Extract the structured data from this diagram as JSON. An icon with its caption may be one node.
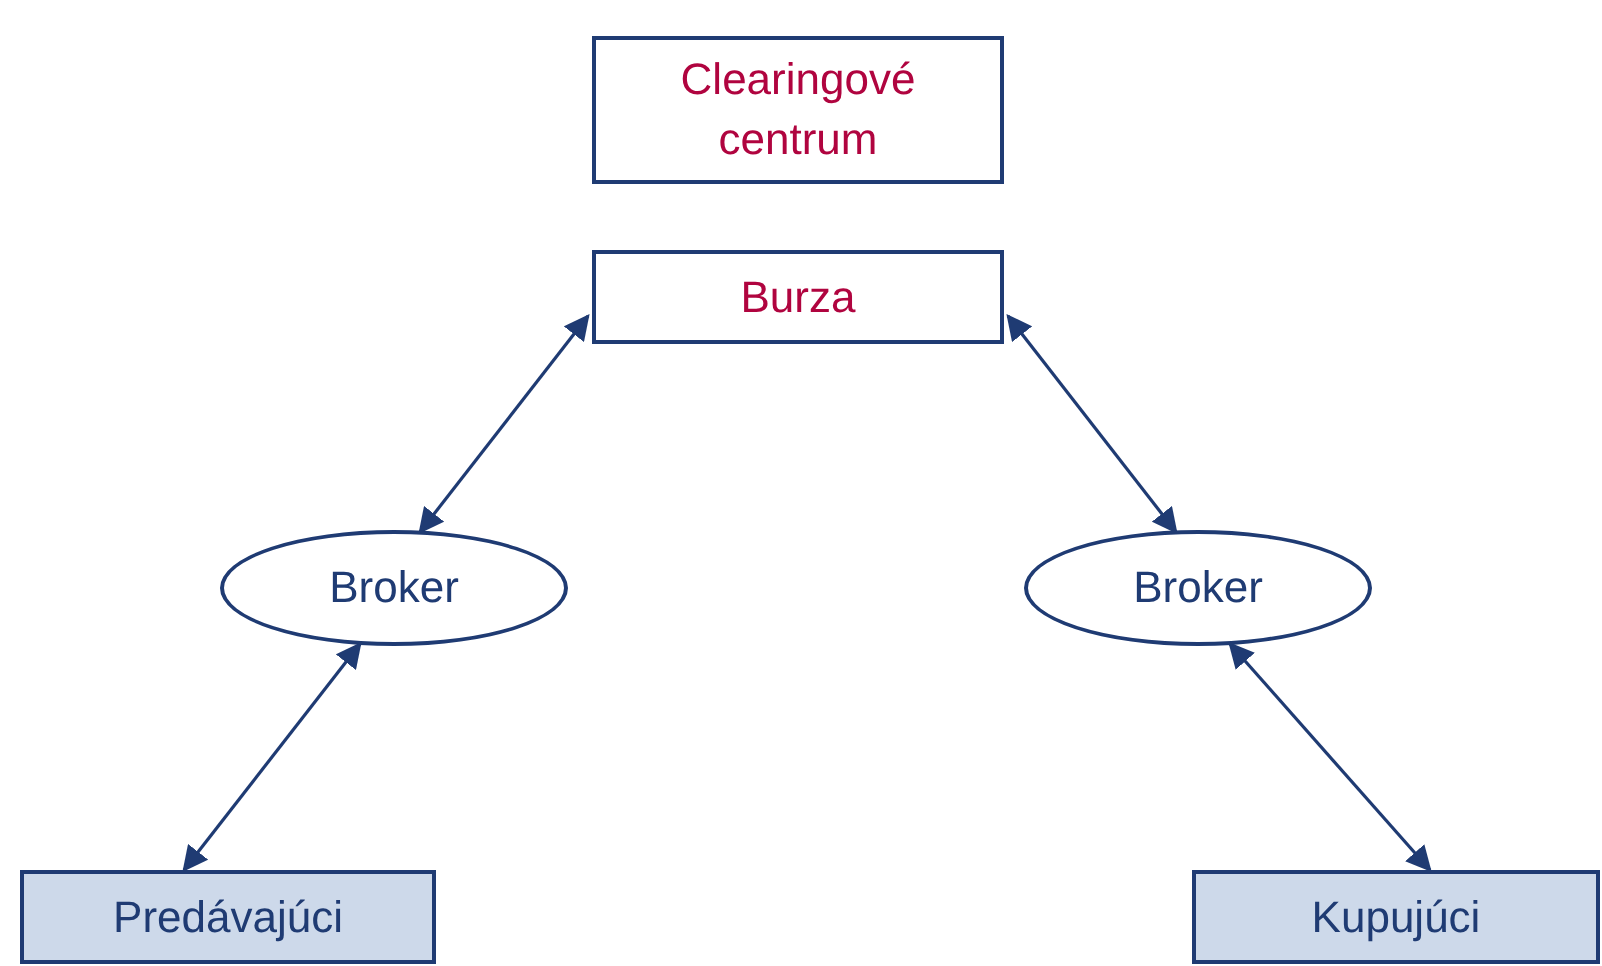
{
  "diagram": {
    "nodes": [
      {
        "text": [
          "Clearingové centrum"
        ]
      },
      {
        "text": [
          "Burza"
        ]
      },
      {
        "text": [
          "Broker"
        ]
      },
      {
        "text": [
          "Broker"
        ]
      },
      {
        "text": [
          "Predávajúci"
        ]
      },
      {
        "text": [
          "Kupujúci"
        ]
      }
    ],
    "edges": [
      {
        "from": 1,
        "to": 2,
        "arrow": "both"
      },
      {
        "from": 1,
        "to": 3,
        "arrow": "both"
      },
      {
        "from": 2,
        "to": 4,
        "arrow": "both"
      },
      {
        "from": 3,
        "to": 5,
        "arrow": "both"
      }
    ]
  }
}
